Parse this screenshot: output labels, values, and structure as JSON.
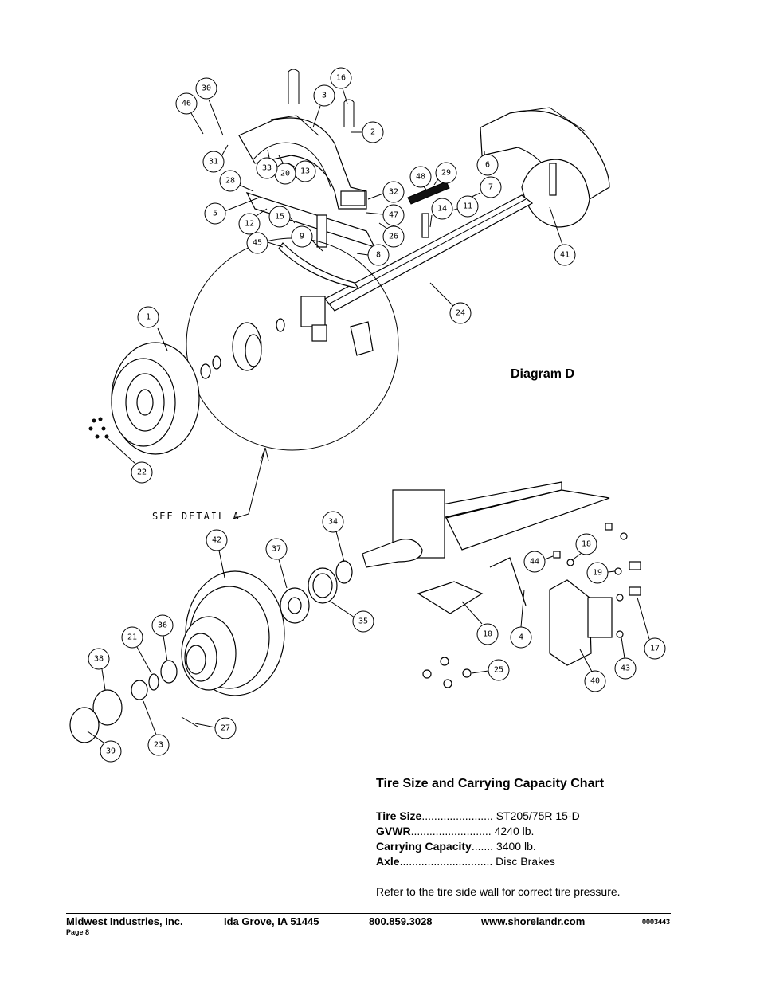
{
  "diagram": {
    "title": "Diagram D",
    "detail_label": "SEE DETAIL  A",
    "callouts": [
      "1",
      "2",
      "3",
      "4",
      "5",
      "6",
      "7",
      "8",
      "9",
      "10",
      "11",
      "12",
      "13",
      "14",
      "15",
      "16",
      "17",
      "18",
      "19",
      "20",
      "21",
      "22",
      "23",
      "24",
      "25",
      "26",
      "27",
      "28",
      "29",
      "30",
      "31",
      "32",
      "33",
      "34",
      "35",
      "36",
      "37",
      "38",
      "39",
      "40",
      "41",
      "42",
      "43",
      "44",
      "45",
      "46",
      "47",
      "48"
    ]
  },
  "chart": {
    "title": "Tire Size and Carrying Capacity Chart",
    "rows": [
      {
        "label": "Tire Size",
        "dots": ".......................",
        "value": "ST205/75R 15-D"
      },
      {
        "label": "GVWR",
        "dots": "..........................",
        "value": "4240 lb."
      },
      {
        "label": "Carrying Capacity",
        "dots": ".......",
        "value": "3400 lb."
      },
      {
        "label": "Axle",
        "dots": "..............................",
        "value": "Disc Brakes"
      }
    ],
    "note": "Refer to the tire side wall for correct tire pressure."
  },
  "footer": {
    "company": "Midwest Industries, Inc.",
    "location": "Ida Grove, IA  51445",
    "phone": "800.859.3028",
    "website": "www.shorelandr.com",
    "page": "Page 8",
    "doc_number": "0003443"
  }
}
